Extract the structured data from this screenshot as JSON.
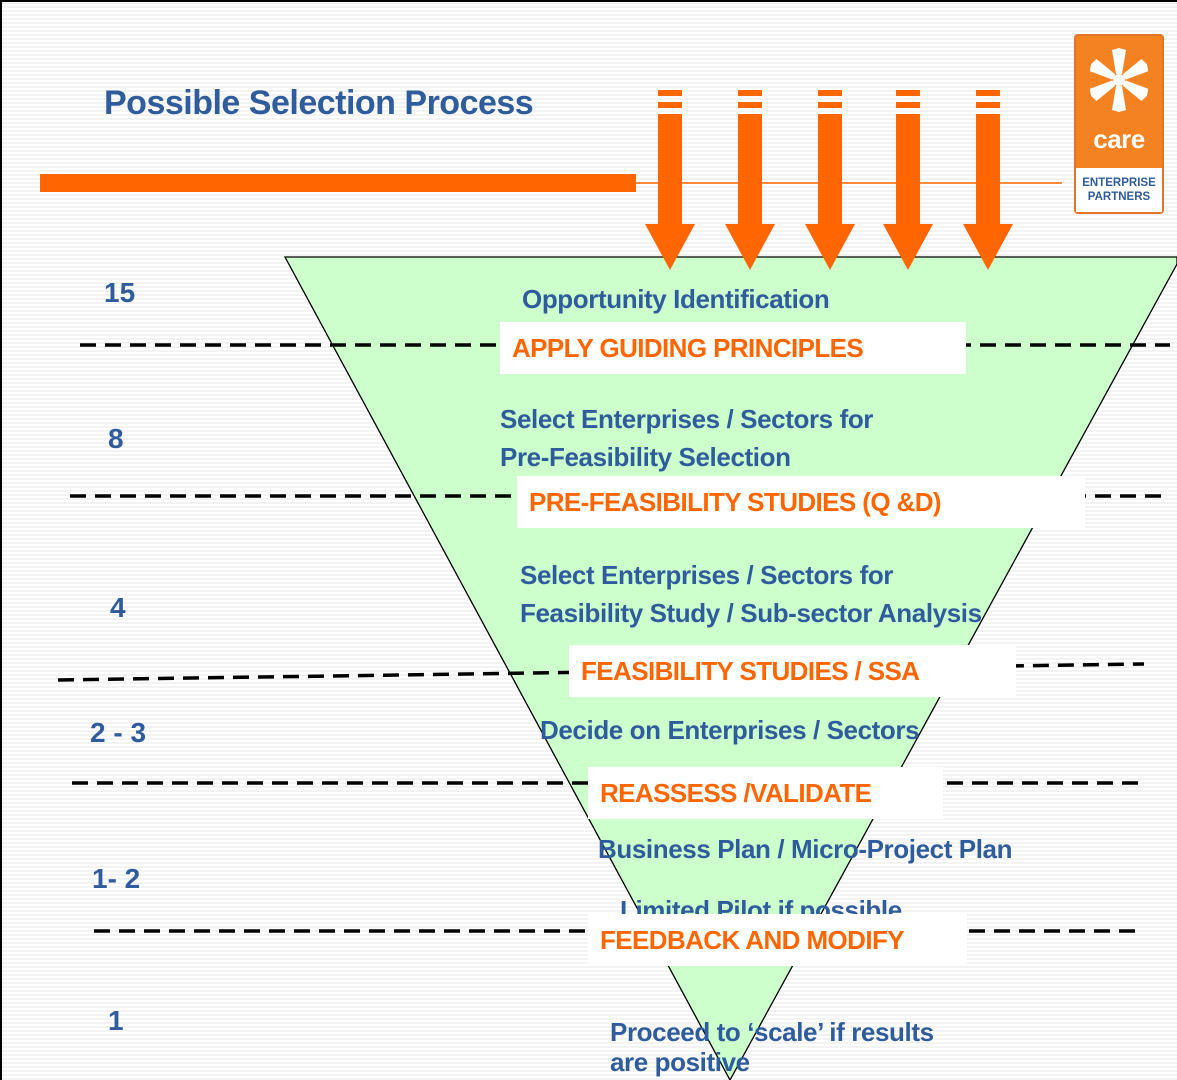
{
  "title": "Possible Selection Process",
  "colors": {
    "title_blue": "#2f5c9c",
    "accent_orange": "#ff6600",
    "funnel_green": "#ccffcc",
    "logo_orange": "#f58220"
  },
  "logo": {
    "brand": "care",
    "line1": "ENTERPRISE",
    "line2": "PARTNERS",
    "icon": "care-emblem-icon"
  },
  "stages": [
    {
      "count": "15",
      "description": [
        "Opportunity Identification"
      ],
      "step": "APPLY GUIDING PRINCIPLES"
    },
    {
      "count": "8",
      "description": [
        "Select Enterprises / Sectors for",
        "Pre-Feasibility Selection"
      ],
      "step": "PRE-FEASIBILITY STUDIES  (Q &D)"
    },
    {
      "count": "4",
      "description": [
        "Select Enterprises / Sectors for",
        "Feasibility Study / Sub-sector Analysis"
      ],
      "step": "FEASIBILITY STUDIES / SSA"
    },
    {
      "count": "2 - 3",
      "description": [
        "Decide on Enterprises / Sectors"
      ],
      "step": "REASSESS /VALIDATE"
    },
    {
      "count": "1- 2",
      "description": [
        "Business Plan / Micro-Project Plan",
        "Limited Pilot  if possible"
      ],
      "step": "FEEDBACK AND MODIFY"
    },
    {
      "count": "1",
      "description": [
        "Proceed to ‘scale’ if results",
        "are positive"
      ]
    }
  ],
  "arrow_count": 5
}
